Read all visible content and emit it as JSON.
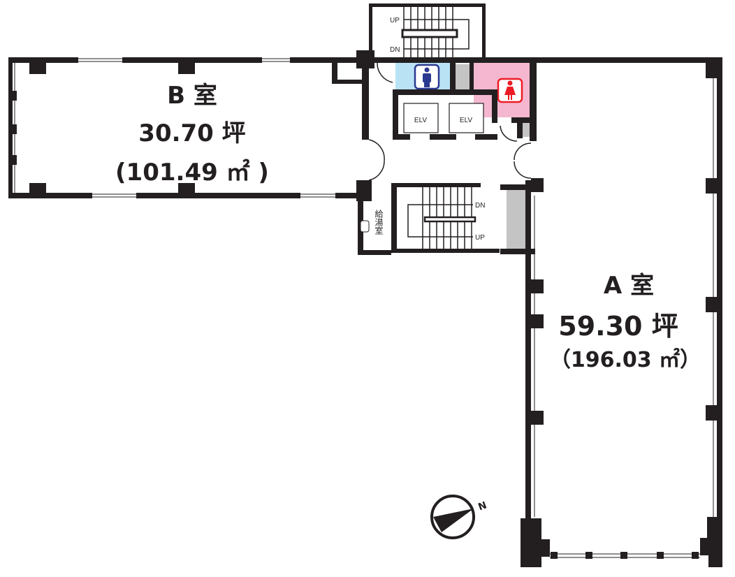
{
  "room_b": {
    "name": "B 室",
    "tsubo": "30.70 坪",
    "sqm": "(101.49 ㎡ )"
  },
  "room_a": {
    "name": "A 室",
    "tsubo": "59.30 坪",
    "sqm": "（196.03 ㎡）"
  },
  "core": {
    "elevator_1": "ELV",
    "elevator_2": "ELV",
    "stair_top_up": "UP",
    "stair_top_dn": "DN",
    "stair_bottom_dn": "DN",
    "stair_bottom_up": "UP",
    "kitchenette": "給湯室"
  },
  "compass": {
    "north": "N"
  },
  "colors": {
    "mens_wc": "#b9e3f5",
    "womens_wc": "#f5b7d0",
    "shaft": "#c4c4c4",
    "mens_icon": "#2b3990",
    "womens_icon": "#ed1c24"
  }
}
